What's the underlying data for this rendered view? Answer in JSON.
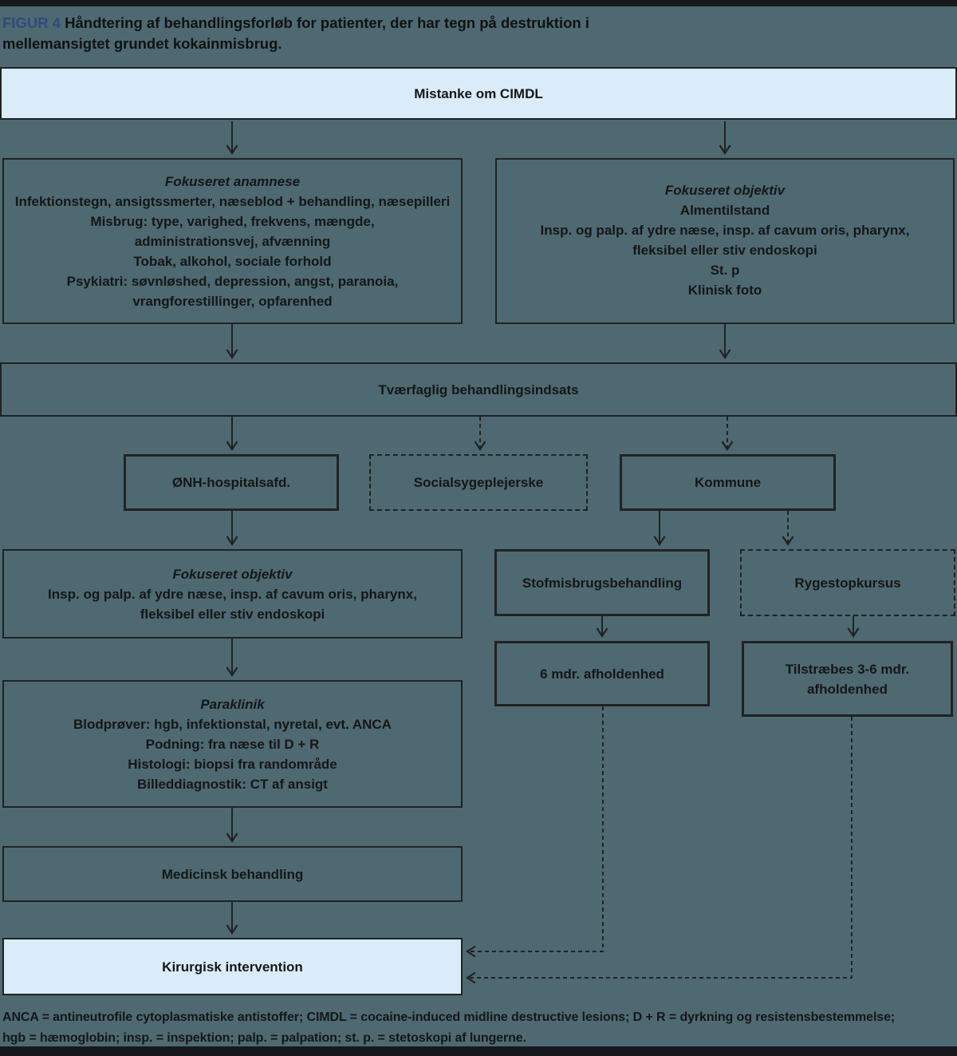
{
  "figure": {
    "label": "FIGUR 4",
    "title": " Håndtering af behandlingsforløb for patienter, der har tegn på destruktion i\nmellemansigtet grundet kokainmisbrug."
  },
  "nodes": {
    "mistanke": {
      "title": "Mistanke om CIMDL"
    },
    "anamnese": {
      "title": "Fokuseret anamnese",
      "body": "Infektionstegn, ansigtssmerter, næseblod + behandling, næsepilleri\nMisbrug: type, varighed, frekvens, mængde,\nadministrationsvej, afvænning\nTobak, alkohol, sociale forhold\nPsykiatri: søvnløshed, depression, angst, paranoia,\nvrangforestillinger, opfarenhed"
    },
    "objektiv_hospital": {
      "title": "Fokuseret objektiv",
      "body": "Almentilstand\nInsp. og palp. af ydre næse, insp. af cavum oris, pharynx,\nfleksibel eller stiv endoskopi\nSt. p\nKlinisk foto"
    },
    "tvaerfaglig": {
      "title": "Tværfaglig behandlingsindsats"
    },
    "oenh": {
      "title": "ØNH-hospitalsafd."
    },
    "social": {
      "title": "Socialsygeplejerske"
    },
    "kommune": {
      "title": "Kommune"
    },
    "objektiv_oenh": {
      "title": "Fokuseret objektiv",
      "body": "Insp. og palp. af ydre næse, insp. af cavum oris, pharynx,\nfleksibel eller stiv endoskopi"
    },
    "stofmisbrug": {
      "title": "Stofmisbrugsbehandling"
    },
    "rygestop": {
      "title": "Rygestopkursus"
    },
    "afholdenhed": {
      "title": "6 mdr. afholdenhed"
    },
    "tilstraebes": {
      "title": "Tilstræbes 3-6 mdr.\nafholdenhed"
    },
    "paraklinik": {
      "title": "Paraklinik",
      "body": "Blodprøver: hgb, infektionstal, nyretal, evt. ANCA\nPodning: fra næse til D + R\nHistologi: biopsi fra randområde\nBilleddiagnostik: CT af ansigt"
    },
    "medicinsk": {
      "title": "Medicinsk behandling"
    },
    "kirurgisk": {
      "title": "Kirurgisk intervention"
    }
  },
  "footnote": "ANCA = antineutrofile cytoplasmatiske antistoffer; CIMDL = cocaine-induced midline destructive lesions; D + R = dyrkning og resistensbestemmelse;\nhgb = hæmoglobin; insp. = inspektion; palp. = palpation; st. p. = stetoskopi af lungerne.",
  "colors": {
    "background": "#4e6971",
    "box_highlight": "#daebf9",
    "line": "#222222",
    "figure_label": "#2e4c7a",
    "top_bottom_bar": "#16181e"
  }
}
